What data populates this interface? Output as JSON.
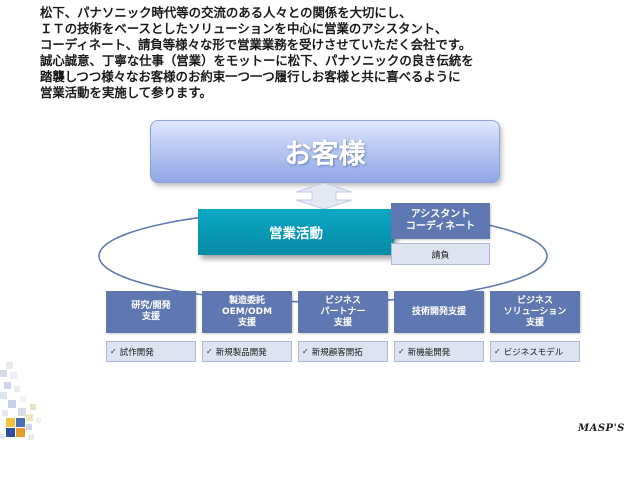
{
  "intro": {
    "lines": [
      "松下、パナソニック時代等の交流のある人々との関係を大切にし、",
      "ＩＴの技術をベースとしたソリューションを中心に営業のアシスタント、",
      "コーディネート、請負等様々な形で営業業務を受けさせていただく会社です。",
      "誠心誠意、丁寧な仕事（営業）をモットーに松下、パナソニックの良き伝統を",
      "踏襲しつつ様々なお客様のお約束一つ一つ履行しお客様と共に喜べるように",
      "営業活動を実施して参ります。"
    ]
  },
  "diagram": {
    "customer": "お客様",
    "sales": "営業活動",
    "assist": {
      "line1": "アシスタント",
      "line2": "コーディネート",
      "sub": "請負"
    },
    "categories": [
      {
        "lines": [
          "研究/開発",
          "支援"
        ],
        "sub": "試作開発"
      },
      {
        "lines": [
          "製造委託",
          "OEM/ODM",
          "支援"
        ],
        "sub": "新規製品開発"
      },
      {
        "lines": [
          "ビジネス",
          "パートナー",
          "支援"
        ],
        "sub": "新規顧客開拓"
      },
      {
        "lines": [
          "技術開発支援"
        ],
        "sub": "新機能開発"
      },
      {
        "lines": [
          "ビジネス",
          "ソリューション",
          "支援"
        ],
        "sub": "ビジネスモデル"
      }
    ],
    "check_mark": "✓"
  },
  "brand": "MASP'S",
  "colors": {
    "category_fill": "#5f78b2",
    "sub_fill": "#dde3f0",
    "sales_fill": "#078aa6",
    "customer_fill": "#b8c8f2"
  }
}
